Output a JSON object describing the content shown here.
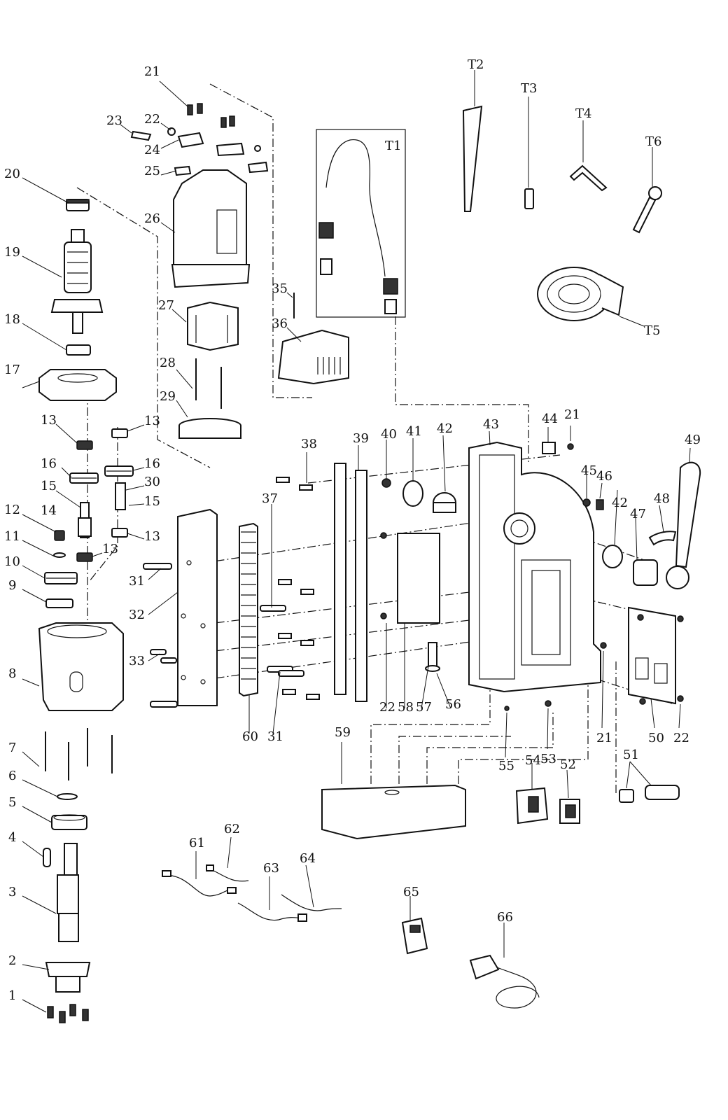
{
  "labels": {
    "p1": "1",
    "p2": "2",
    "p3": "3",
    "p4": "4",
    "p5": "5",
    "p6": "6",
    "p7": "7",
    "p8": "8",
    "p9": "9",
    "p10": "10",
    "p11": "11",
    "p12": "12",
    "p13": "13",
    "p14": "14",
    "p15": "15",
    "p16": "16",
    "p17": "17",
    "p18": "18",
    "p19": "19",
    "p20": "20",
    "p21": "21",
    "p22": "22",
    "p23": "23",
    "p24": "24",
    "p25": "25",
    "p26": "26",
    "p27": "27",
    "p28": "28",
    "p29": "29",
    "p30": "30",
    "p31": "31",
    "p32": "32",
    "p33": "33",
    "p35": "35",
    "p36": "36",
    "p37": "37",
    "p38": "38",
    "p39": "39",
    "p40": "40",
    "p41": "41",
    "p42": "42",
    "p43": "43",
    "p44": "44",
    "p45": "45",
    "p46": "46",
    "p47": "47",
    "p48": "48",
    "p49": "49",
    "p50": "50",
    "p51": "51",
    "p52": "52",
    "p53": "53",
    "p54": "54",
    "p55": "55",
    "p56": "56",
    "p57": "57",
    "p58": "58",
    "p59": "59",
    "p60": "60",
    "p61": "61",
    "p62": "62",
    "p63": "63",
    "p64": "64",
    "p65": "65",
    "p66": "66",
    "t1": "T1",
    "t2": "T2",
    "t3": "T3",
    "t4": "T4",
    "t5": "T5",
    "t6": "T6"
  },
  "colors": {
    "line": "#111111",
    "background": "#ffffff"
  }
}
